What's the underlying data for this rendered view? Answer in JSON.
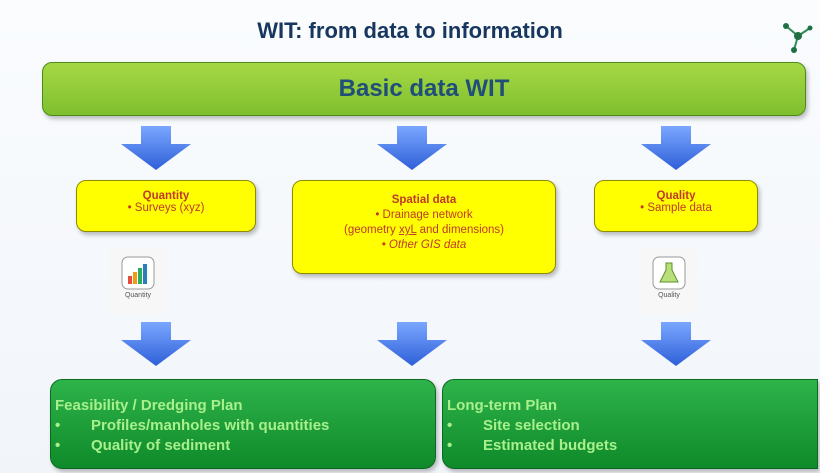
{
  "title": "WIT: from data to information",
  "banner": "Basic data WIT",
  "boxes": {
    "quantity": {
      "heading": "Quantity",
      "item": "• Surveys (xyz)"
    },
    "spatial": {
      "heading": "Spatial data",
      "item1": "• Drainage network",
      "item2_pre": "(geometry ",
      "item2_u": "xyL",
      "item2_post": " and dimensions)",
      "item3": "• Other GIS data"
    },
    "quality": {
      "heading": "Quality",
      "item": "• Sample data"
    }
  },
  "apps": {
    "quantity": "Quantity",
    "quality": "Quality"
  },
  "plans": {
    "left": {
      "title": "Feasibility / Dredging Plan",
      "items": [
        "Profiles/manholes with quantities",
        "Quality of sediment"
      ]
    },
    "right": {
      "title": "Long-term Plan",
      "items": [
        "Site selection",
        "Estimated budgets"
      ]
    }
  },
  "bullet": "•",
  "colors": {
    "title": "#17375e",
    "banner": "#92cc3b",
    "yellow": "#ffff00",
    "green": "#1a9c39",
    "arrow": "#4a78e0"
  }
}
